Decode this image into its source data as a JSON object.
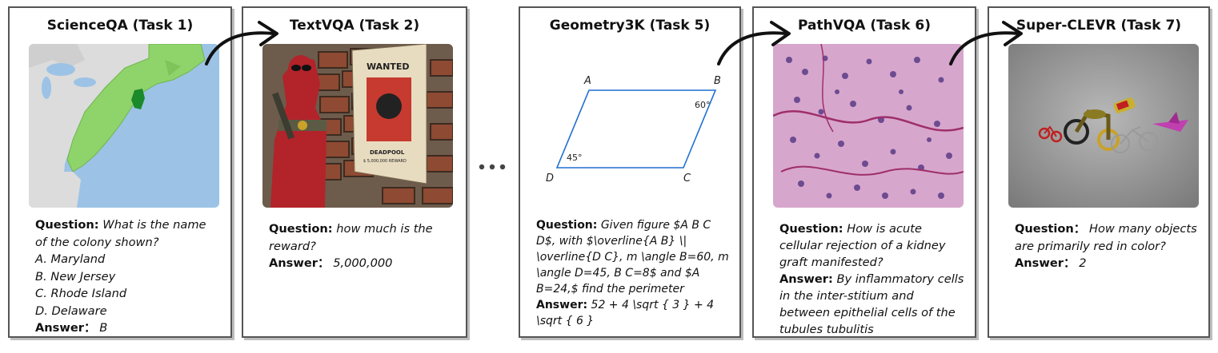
{
  "cards": [
    {
      "title": "ScienceQA (Task 1)",
      "question_label": "Question:",
      "question": "What is the name of the colony shown?",
      "options": [
        "A. Maryland",
        "B. New Jersey",
        "C. Rhode Island",
        "D. Delaware"
      ],
      "answer_label": "Answer：",
      "answer": "B"
    },
    {
      "title": "TextVQA (Task 2)",
      "question_label": "Question:",
      "question": "how much is the reward?",
      "answer_label": "Answer：",
      "answer": "5,000,000",
      "poster_text": {
        "heading": "WANTED",
        "name": "DEADPOOL",
        "reward": "$ 5,000,000 REWARD"
      }
    },
    {
      "title": "Geometry3K (Task 5)",
      "question_label": "Question:",
      "question": "Given figure $A B C D$, with $\\overline{A B} \\| \\overline{D C}, m \\angle B=60, m \\angle D=45, B C=8$ and $A B=24,$ find the perimeter",
      "answer_label": "Answer:",
      "answer": "52 + 4 \\sqrt { 3 } + 4 \\sqrt { 6 }",
      "figure_labels": {
        "A": "A",
        "B": "B",
        "C": "C",
        "D": "D",
        "angle_b": "60°",
        "angle_d": "45°"
      }
    },
    {
      "title": "PathVQA (Task 6)",
      "question_label": "Question:",
      "question": "How is acute cellular rejection of a kidney graft manifested?",
      "answer_label": "Answer:",
      "answer": "By inflammatory cells in the inter-stitium and between epithelial cells of the tubules tubulitis"
    },
    {
      "title": "Super-CLEVR (Task 7)",
      "question_label": "Question：",
      "question": "How many objects are primarily red in color?",
      "answer_label": "Answer：",
      "answer": "2"
    }
  ],
  "colors": {
    "card_border": "#555555",
    "card_shadow": "#bdbdbd",
    "arrow": "#111111",
    "map_water": "#9cc3e6",
    "map_land": "#dcdcdc",
    "map_colonies": "#8fd36b",
    "map_highlight": "#1a8a2a",
    "geometry_stroke": "#1f6fd0",
    "pathology": "#c98ab8"
  }
}
